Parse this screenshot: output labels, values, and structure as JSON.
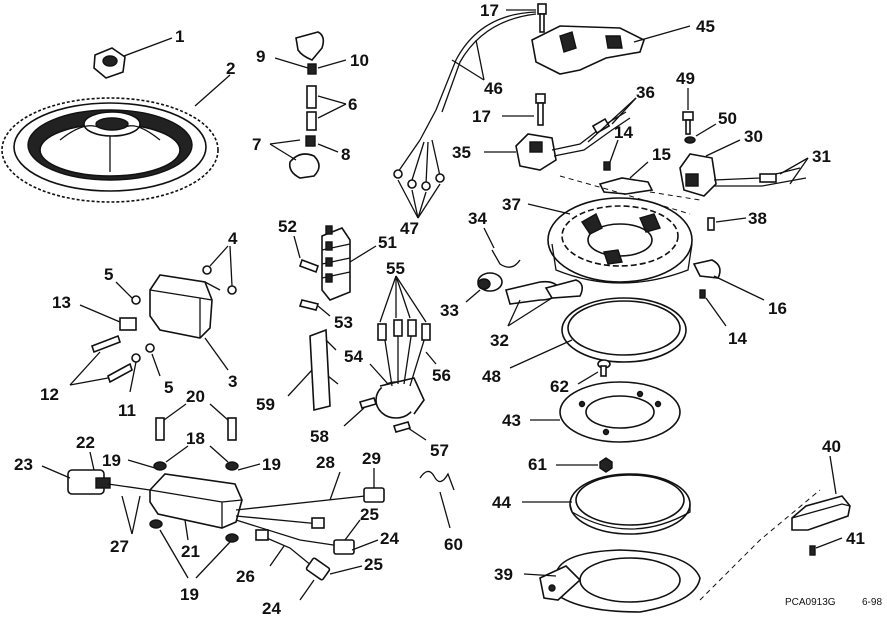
{
  "labels": {
    "l1": "1",
    "l2": "2",
    "l3": "3",
    "l4": "4",
    "l5a": "5",
    "l5b": "5",
    "l6": "6",
    "l7": "7",
    "l8": "8",
    "l9": "9",
    "l10": "10",
    "l11": "11",
    "l12": "12",
    "l13": "13",
    "l14a": "14",
    "l14b": "14",
    "l15": "15",
    "l16": "16",
    "l17a": "17",
    "l17b": "17",
    "l18": "18",
    "l19a": "19",
    "l19b": "19",
    "l19c": "19",
    "l20": "20",
    "l21": "21",
    "l22": "22",
    "l23": "23",
    "l24a": "24",
    "l24b": "24",
    "l25a": "25",
    "l25b": "25",
    "l26": "26",
    "l27": "27",
    "l28": "28",
    "l29": "29",
    "l30": "30",
    "l31": "31",
    "l32": "32",
    "l33": "33",
    "l34": "34",
    "l35": "35",
    "l36": "36",
    "l37": "37",
    "l38": "38",
    "l39": "39",
    "l40": "40",
    "l41": "41",
    "l43": "43",
    "l44": "44",
    "l45": "45",
    "l46": "46",
    "l47": "47",
    "l48": "48",
    "l49": "49",
    "l50": "50",
    "l51": "51",
    "l52": "52",
    "l53": "53",
    "l54": "54",
    "l55": "55",
    "l56": "56",
    "l57": "57",
    "l58": "58",
    "l59": "59",
    "l60": "60",
    "l61": "61",
    "l62": "62"
  },
  "footer": {
    "code": "PCA0913G",
    "date": "6-98"
  }
}
